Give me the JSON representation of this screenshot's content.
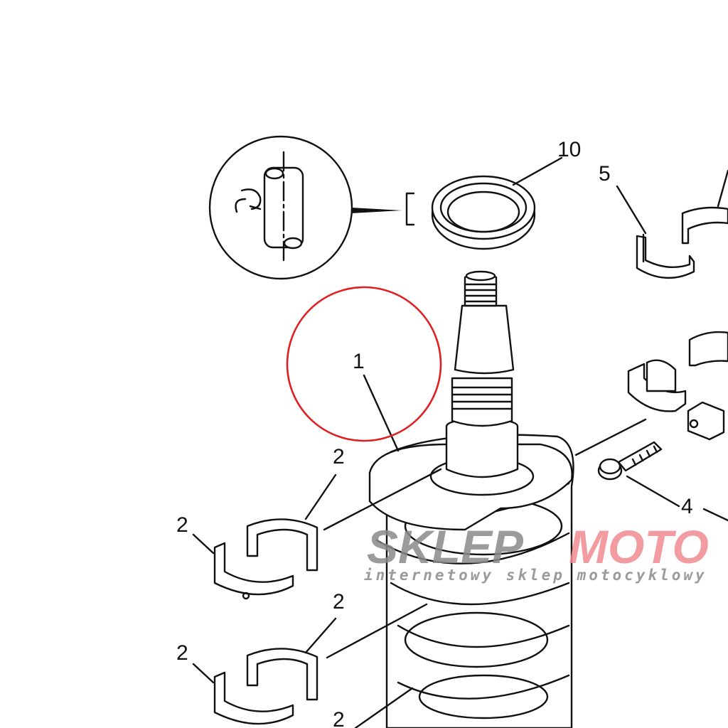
{
  "diagram": {
    "title": "Crankshaft assembly parts diagram",
    "callouts": {
      "crankshaft": "1",
      "bearing_a": "2",
      "bearing_b": "2",
      "bearing_c": "2",
      "bearing_d": "2",
      "bearing_e": "2",
      "bolt": "4",
      "upper_bearing": "5",
      "oil_seal": "10"
    },
    "highlight_color": "#e02020"
  },
  "watermark": {
    "brand_part1": "SKLEP",
    "brand_part2": "MOTO",
    "tagline": "internetowy sklep motocyklowy",
    "color_gray": "#8a8a8a",
    "color_red": "#f08a90"
  }
}
